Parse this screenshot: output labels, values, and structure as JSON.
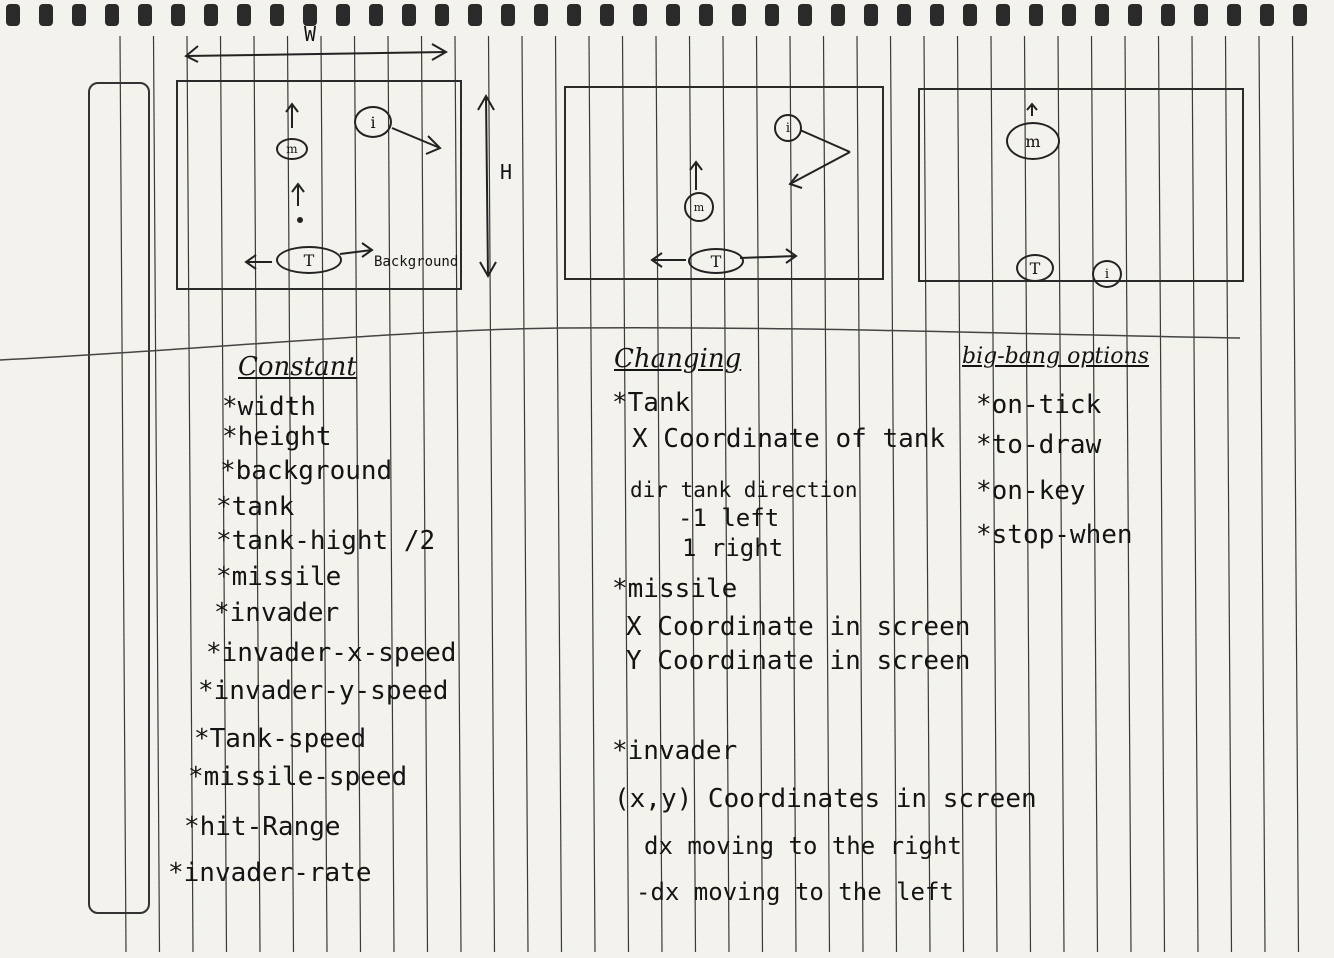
{
  "sketch": {
    "dimension_w": "W",
    "dimension_h": "H",
    "background_label": "Background",
    "tank_label": "T",
    "missile_label": "m",
    "invader_label": "i"
  },
  "columns": {
    "constant": {
      "header": "Constant",
      "items": [
        "*width",
        "*height",
        "*background",
        "*tank",
        "*tank-hight /2",
        "*missile",
        "*invader",
        "*invader-x-speed",
        "*invader-y-speed",
        "*Tank-speed",
        "*missile-speed",
        "*hit-Range",
        "*invader-rate"
      ]
    },
    "changing": {
      "header": "Changing",
      "tank": "*Tank",
      "tank_x": "X Coordinate of tank",
      "tank_dir": "dir tank direction",
      "tank_left": "-1 left",
      "tank_right": "1 right",
      "missile": "*missile",
      "missile_x": "X Coordinate in screen",
      "missile_y": "Y Coordinate in screen",
      "invader": "*invader",
      "invader_xy": "(x,y) Coordinates in screen",
      "invader_dx": "dx moving to the right",
      "invader_ndx": "-dx moving to the left"
    },
    "bigbang": {
      "header": "big-bang options",
      "items": [
        "*on-tick",
        "*to-draw",
        "*on-key",
        "*stop-when"
      ]
    }
  }
}
